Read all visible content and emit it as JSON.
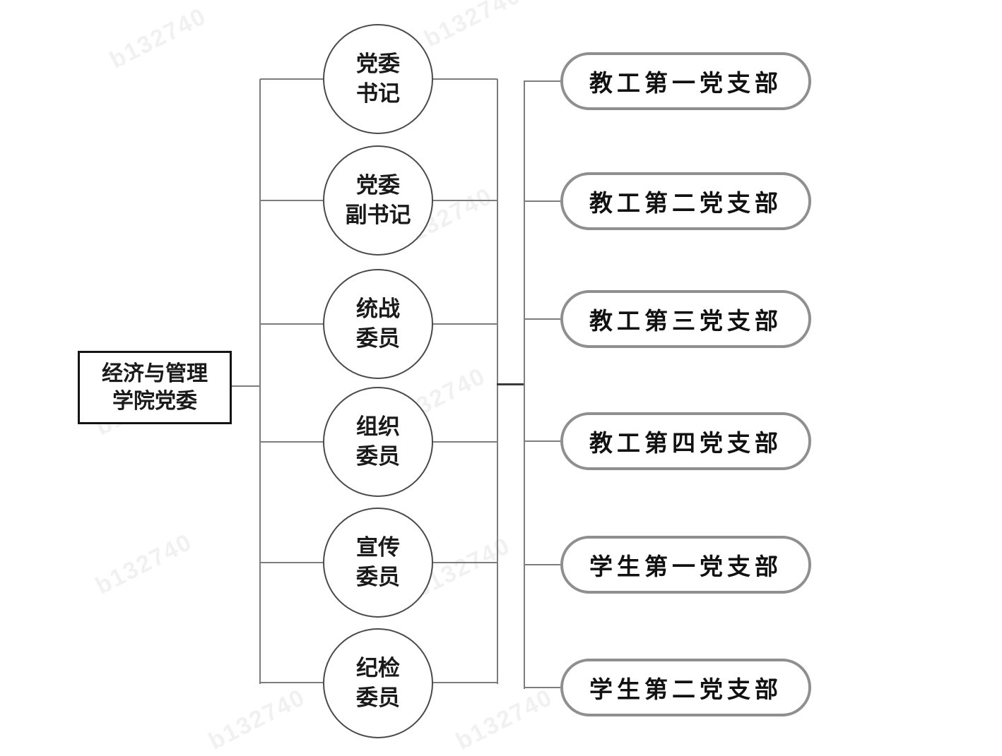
{
  "watermark": {
    "text": "b132740"
  },
  "root": {
    "line1": "经济与管理",
    "line2": "学院党委"
  },
  "roles": [
    {
      "line1": "党委",
      "line2": "书记"
    },
    {
      "line1": "党委",
      "line2": "副书记"
    },
    {
      "line1": "统战",
      "line2": "委员"
    },
    {
      "line1": "组织",
      "line2": "委员"
    },
    {
      "line1": "宣传",
      "line2": "委员"
    },
    {
      "line1": "纪检",
      "line2": "委员"
    }
  ],
  "branches": [
    {
      "label": "教工第一党支部"
    },
    {
      "label": "教工第二党支部"
    },
    {
      "label": "教工第三党支部"
    },
    {
      "label": "教工第四党支部"
    },
    {
      "label": "学生第一党支部"
    },
    {
      "label": "学生第二党支部"
    }
  ],
  "colors": {
    "line": "#7d7d7d",
    "circle_border": "#4a4a4a",
    "pill_border": "#8f8f8f",
    "root_border": "#141414",
    "text": "#1a1a1a"
  }
}
